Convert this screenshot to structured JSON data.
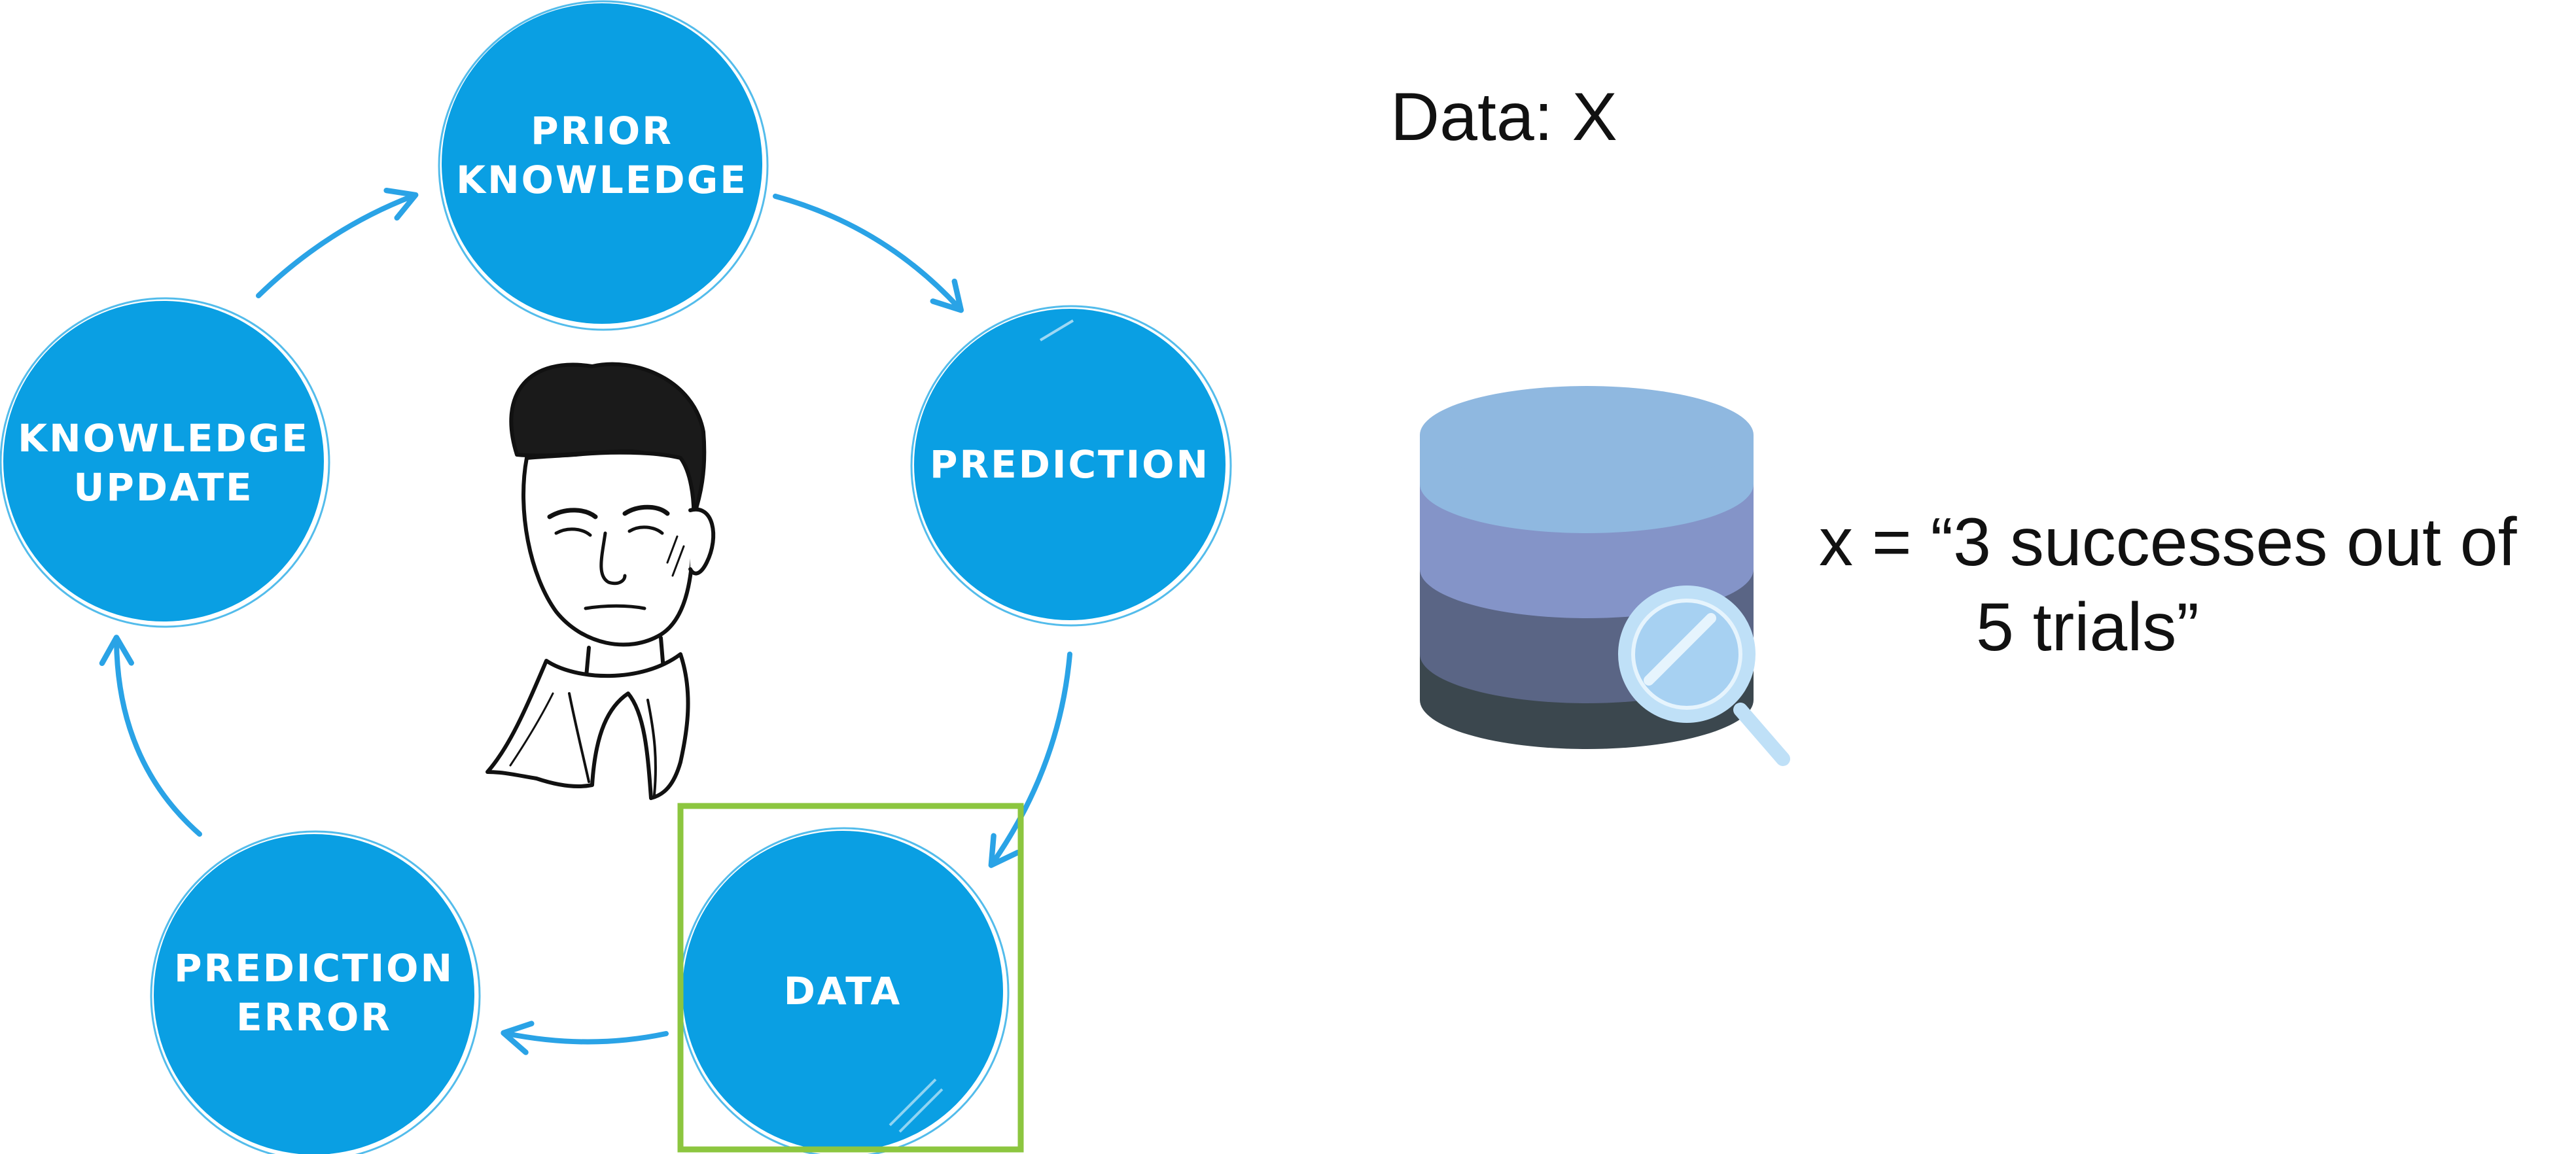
{
  "cycle": {
    "nodes": {
      "prior_knowledge": {
        "line1": "PRIOR",
        "line2": "KNOWLEDGE"
      },
      "prediction": {
        "line1": "PREDICTION"
      },
      "data": {
        "line1": "DATA"
      },
      "prediction_error": {
        "line1": "PREDICTION",
        "line2": "ERROR"
      },
      "knowledge_update": {
        "line1": "KNOWLEDGE",
        "line2": "UPDATE"
      }
    },
    "node_color": "#0A9FE3",
    "arrow_color": "#2AA3E6",
    "highlight_color": "#8CC63F",
    "highlighted_node": "data"
  },
  "panel": {
    "title": "Data: X",
    "observation_line1": "x = “3 successes out of",
    "observation_line2": "5 trials”",
    "icon": "database-search-icon",
    "database_colors": [
      "#8FB8E0",
      "#8494C8",
      "#5A6585",
      "#3B474E"
    ],
    "magnifier_color": "#BFE0F7"
  }
}
